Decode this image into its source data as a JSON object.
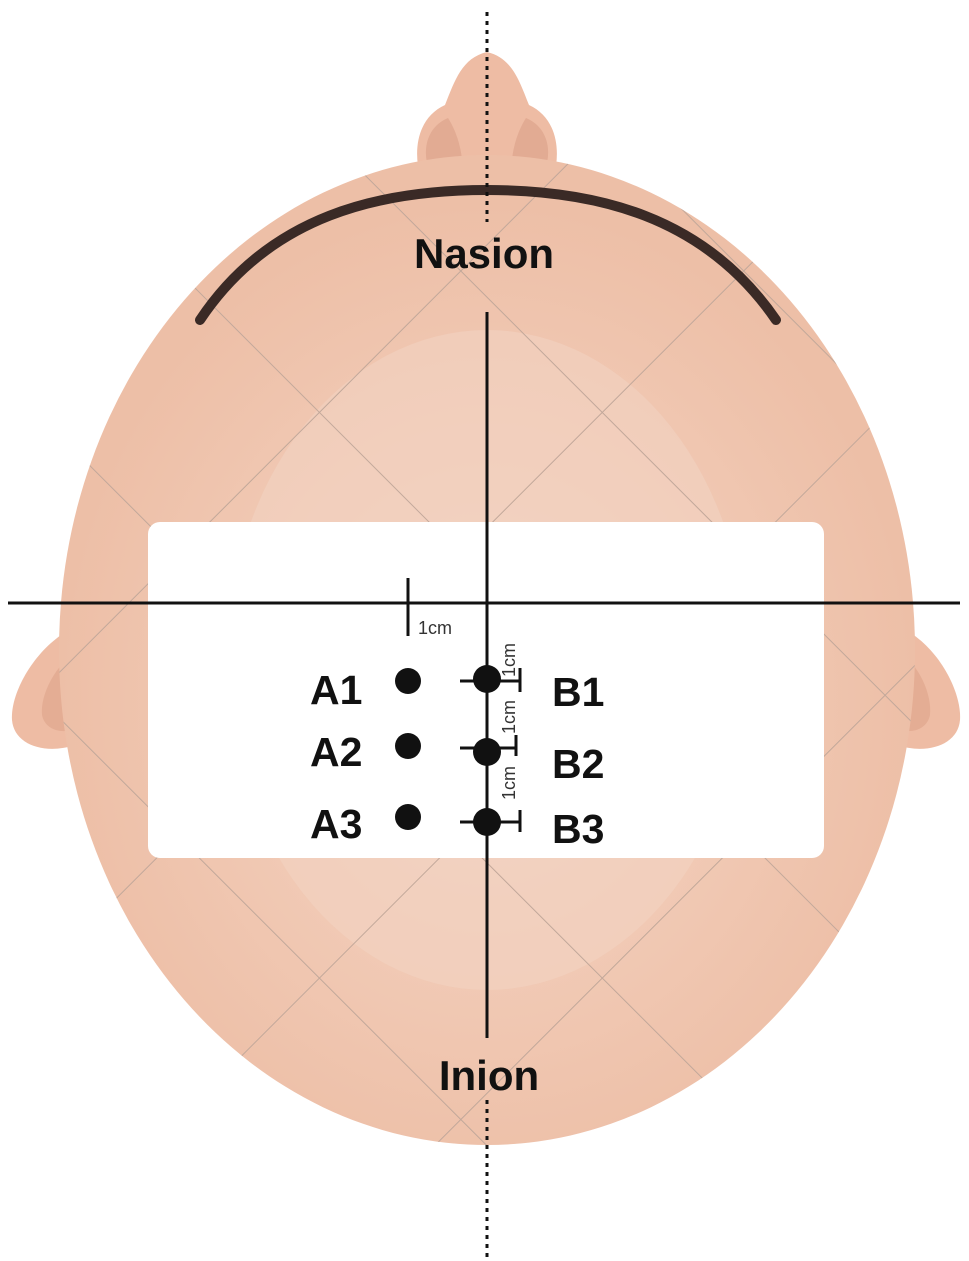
{
  "landmarks": {
    "front": "Nasion",
    "back": "Inion"
  },
  "points": {
    "a1": "A1",
    "a2": "A2",
    "a3": "A3",
    "b1": "B1",
    "b2": "B2",
    "b3": "B3"
  },
  "measurements": {
    "horizontal_offset": "1cm",
    "spacing_1": "1cm",
    "spacing_2": "1cm",
    "spacing_3": "1cm"
  },
  "colors": {
    "skin": "#f0c3ab",
    "skin_light": "#f2cdb9",
    "skin_dark": "#e6b09a",
    "hair": "#3a2a26",
    "grid": "#c2a89a",
    "line": "#111111",
    "box": "#ffffff"
  }
}
